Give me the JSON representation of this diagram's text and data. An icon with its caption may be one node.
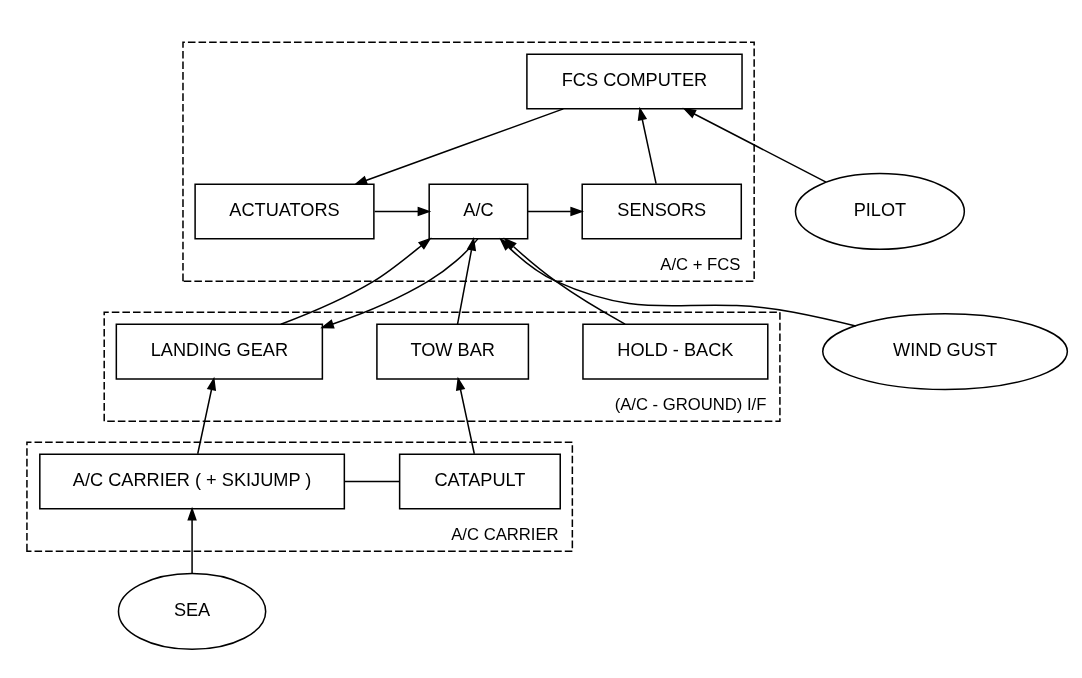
{
  "diagram": {
    "nodes": [
      {
        "text": [
          "A/C + FCS"
        ]
      },
      {
        "text": [
          "FCS COMPUTER"
        ],
        "in": 0
      },
      {
        "text": [
          "PILOT"
        ]
      },
      {
        "text": [
          "ACTUATORS"
        ],
        "in": 0
      },
      {
        "text": [
          "A/C"
        ],
        "in": 0
      },
      {
        "text": [
          "SENSORS"
        ],
        "in": 0
      },
      {
        "text": [
          "WIND GUST"
        ]
      },
      {
        "text": [
          "(A/C - GROUND) I/F"
        ]
      },
      {
        "text": [
          "HOLD - BACK"
        ],
        "in": 7
      },
      {
        "text": [
          "LANDING GEAR"
        ],
        "in": 7
      },
      {
        "text": [
          "TOW BAR"
        ],
        "in": 7
      },
      {
        "text": [
          "A/C CARRIER"
        ]
      },
      {
        "text": [
          "SEA"
        ]
      },
      {
        "text": [
          "A/C CARRIER ( + SKIJUMP )"
        ],
        "in": 11
      },
      {
        "text": [
          "CATAPULT"
        ],
        "in": 11
      }
    ],
    "edges": [
      {
        "from": 2,
        "to": 1,
        "arrow": "to"
      },
      {
        "from": 5,
        "to": 1,
        "arrow": "to"
      },
      {
        "from": 1,
        "to": 3,
        "arrow": "to"
      },
      {
        "from": 3,
        "to": 4,
        "arrow": "to"
      },
      {
        "from": 4,
        "to": 5,
        "arrow": "to"
      },
      {
        "from": 6,
        "to": 4,
        "arrow": "to"
      },
      {
        "from": 8,
        "to": 4,
        "arrow": "to"
      },
      {
        "from": 4,
        "to": 9,
        "arrow": "to"
      },
      {
        "from": 9,
        "to": 4,
        "arrow": "to"
      },
      {
        "from": 10,
        "to": 4,
        "arrow": "to"
      },
      {
        "from": 13,
        "to": 9,
        "arrow": "to"
      },
      {
        "from": 14,
        "to": 10,
        "arrow": "to"
      },
      {
        "from": 12,
        "to": 13,
        "arrow": "to"
      },
      {
        "from": 13,
        "to": 14,
        "arrow": "none"
      }
    ]
  }
}
